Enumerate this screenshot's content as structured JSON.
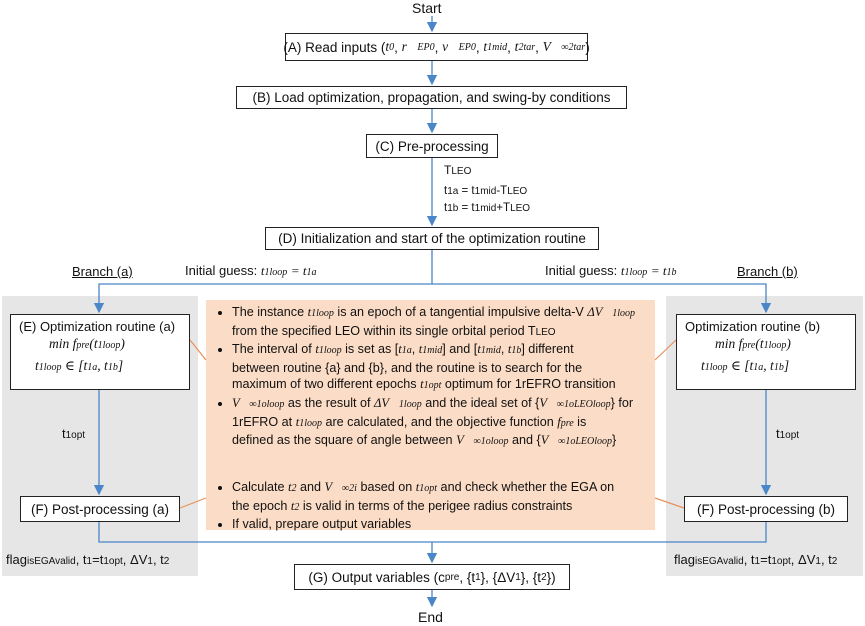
{
  "nodes": {
    "start": "Start",
    "end": "End",
    "A": "(A) Read inputs (t₀, r⃗EP0, v⃗EP0, t1mid, t2tar, V⃗∞2tar)",
    "B": "(B) Load optimization, propagation, and swing-by conditions",
    "C": "(C) Pre-processing",
    "D": "(D) Initialization and start of the optimization routine",
    "E_title": "(E) Optimization routine (a)",
    "E_obj": "min f_pre(t1loop)",
    "E_con": "t1loop ∈ [t1a, t1b]",
    "Eb_title": "Optimization routine (b)",
    "Eb_obj": "min f_pre(t1loop)",
    "Eb_con": "t1loop ∈ [t1a, t1b]",
    "Fa": "(F) Post-processing (a)",
    "Fb": "(F) Post-processing (b)",
    "G": "(G) Output variables (cpre, {t1}, {ΔV1}, {t2})"
  },
  "preprocessing_notes": {
    "tleo": "TLEO",
    "t1a": "t1a = t1mid - TLEO",
    "t1b": "t1b = t1mid + TLEO"
  },
  "branches": {
    "a_label": "Branch (a)",
    "b_label": "Branch (b)",
    "guess_a": "Initial guess: t1loop = t1a",
    "guess_b": "Initial guess: t1loop = t1b",
    "topt_a": "t1opt",
    "topt_b": "t1opt",
    "out_a": "flagisEGAvalid, t1=t1opt, ΔV1, t2",
    "out_b": "flagisEGAvalid, t1=t1opt, ΔV1, t2"
  },
  "notes_optimization": [
    "The instance t1loop is an epoch of a tangential impulsive delta-V ΔV⃗1loop from the specified LEO within its single orbital period TLEO",
    "The interval of t1loop is set as [t1a, t1mid] and [t1mid, t1b] different between routine {a} and {b}, and the routine is to search for the maximum of two different epochs t1opt optimum for 1rEFRO transition",
    "V⃗∞1oloop as the result of ΔV⃗1loop and the ideal set of {V⃗∞1oLEOloop} for 1rEFRO at t1loop are calculated, and the objective function fpre is defined as the square of angle between V⃗∞1oloop and {V⃗∞1oLEOloop}"
  ],
  "notes_post": [
    "Calculate t2 and V⃗∞2i based on t1opt and check whether the EGA on the epoch t2 is valid in terms of the perigee radius constraints",
    "If valid, prepare output variables"
  ],
  "colors": {
    "arrow": "#4a86c8",
    "note_fill": "#fbdcc6",
    "note_line": "#e8915a",
    "panel": "#e6e6e6"
  }
}
